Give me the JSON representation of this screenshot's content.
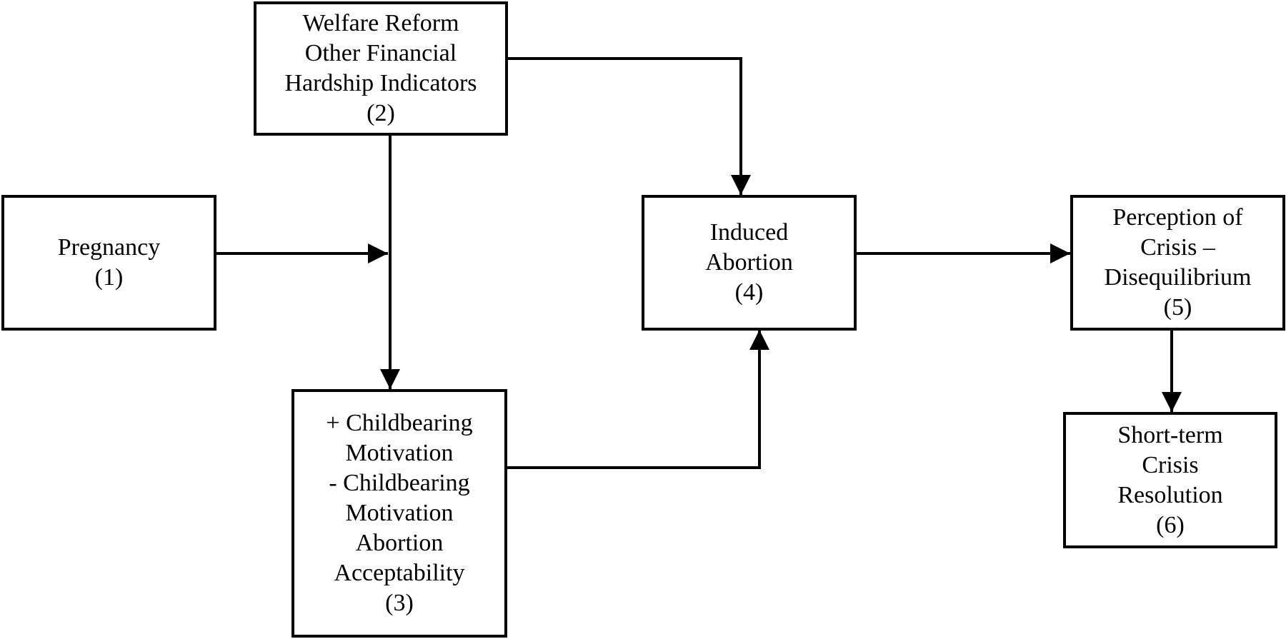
{
  "diagram": {
    "type": "flowchart",
    "background_color": "#ffffff",
    "line_color": "#000000",
    "text_color": "#000000",
    "nodes": [
      {
        "id": "1",
        "label": "Pregnancy\n(1)"
      },
      {
        "id": "2",
        "label": "Welfare Reform\nOther Financial\nHardship Indicators\n(2)"
      },
      {
        "id": "3",
        "label": "+ Childbearing\nMotivation\n- Childbearing\nMotivation\nAbortion\nAcceptability\n(3)"
      },
      {
        "id": "4",
        "label": "Induced\nAbortion\n(4)"
      },
      {
        "id": "5",
        "label": "Perception of\nCrisis –\nDisequilibrium\n(5)"
      },
      {
        "id": "6",
        "label": "Short-term\nCrisis\nResolution\n(6)"
      }
    ],
    "edges": [
      {
        "from": "1",
        "to": "2-3-connector",
        "description": "arrow from (1) joins the vertical connector between (2) and (3)"
      },
      {
        "from": "2",
        "to": "3"
      },
      {
        "from": "2",
        "to": "4"
      },
      {
        "from": "3",
        "to": "4"
      },
      {
        "from": "4",
        "to": "5"
      },
      {
        "from": "5",
        "to": "6"
      }
    ]
  }
}
